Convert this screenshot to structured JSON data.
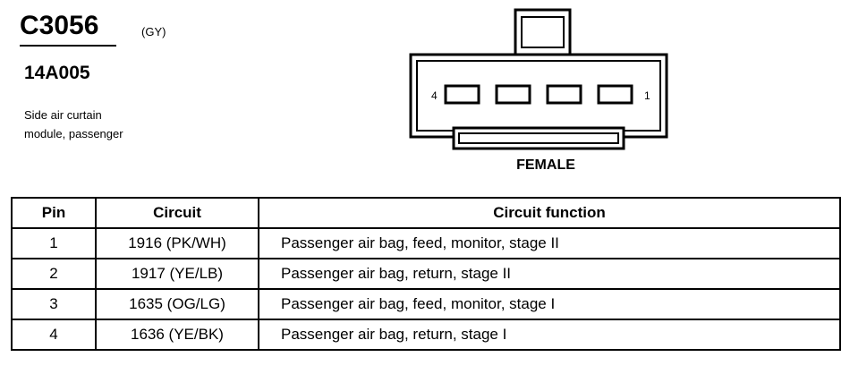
{
  "header": {
    "connector_id": "C3056",
    "color_code": "(GY)",
    "part_number": "14A005",
    "description_line1": "Side air curtain",
    "description_line2": "module, passenger"
  },
  "connector": {
    "pin_left_label": "4",
    "pin_right_label": "1",
    "gender": "FEMALE"
  },
  "table": {
    "headers": {
      "pin": "Pin",
      "circuit": "Circuit",
      "function": "Circuit function"
    },
    "rows": [
      {
        "pin": "1",
        "circuit": "1916 (PK/WH)",
        "function": "Passenger air bag, feed, monitor, stage II"
      },
      {
        "pin": "2",
        "circuit": "1917 (YE/LB)",
        "function": "Passenger air bag, return, stage II"
      },
      {
        "pin": "3",
        "circuit": "1635 (OG/LG)",
        "function": "Passenger air bag, feed, monitor, stage I"
      },
      {
        "pin": "4",
        "circuit": "1636 (YE/BK)",
        "function": "Passenger air bag, return, stage I"
      }
    ]
  }
}
